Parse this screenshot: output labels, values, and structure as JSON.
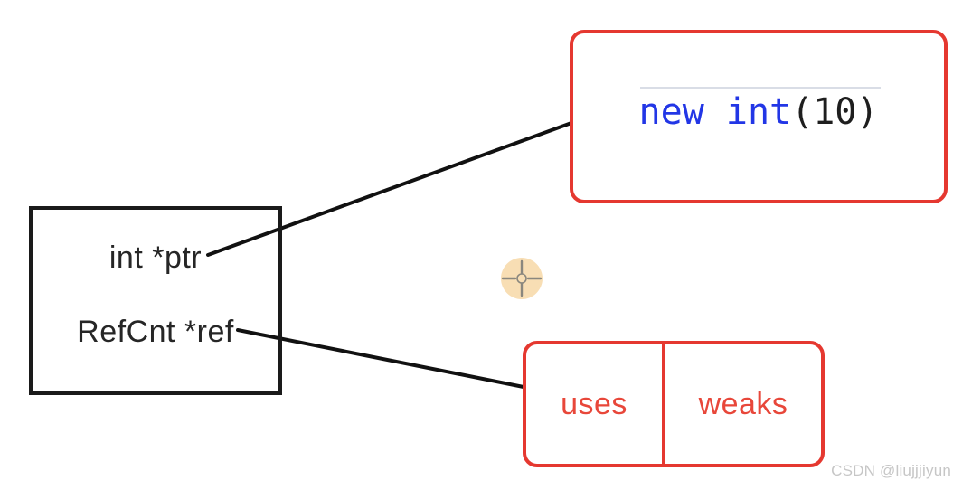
{
  "diagram": {
    "shared_ptr_box": {
      "fields": [
        {
          "label": "int *ptr"
        },
        {
          "label": "RefCnt *ref"
        }
      ]
    },
    "heap_value_box": {
      "code": {
        "keyword": "new int",
        "args": "(10)"
      }
    },
    "refcount_box": {
      "cells": [
        {
          "label": "uses"
        },
        {
          "label": "weaks"
        }
      ]
    },
    "watermark": "CSDN @liujjjiyun"
  },
  "colors": {
    "box_border_red": "#e53830",
    "cell_text_red": "#e8473a",
    "code_keyword_blue": "#2236e6",
    "code_text_black": "#1e1e1e",
    "outline_black": "#1a1a1a",
    "connector_black": "#111111",
    "cursor_halo": "#f8deb4",
    "cursor_glyph": "#8a877e",
    "divider_gray": "#d9dde6",
    "watermark_gray": "#c6c6c6",
    "background": "#ffffff"
  }
}
